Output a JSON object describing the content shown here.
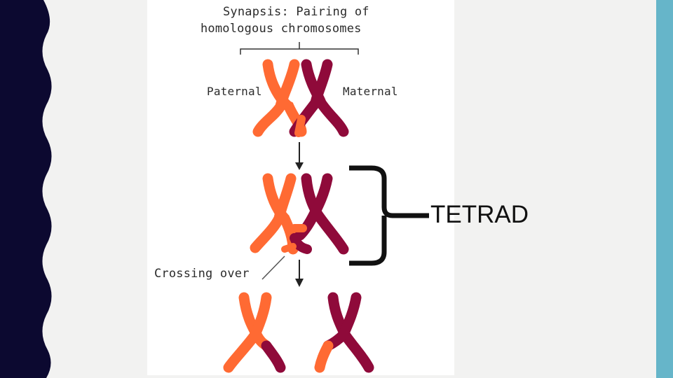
{
  "title_line1": "Synapsis: Pairing of",
  "title_line2": "homologous chromosomes",
  "label_paternal": "Paternal",
  "label_maternal": "Maternal",
  "label_crossing_over": "Crossing over",
  "label_tetrad": "TETRAD",
  "colors": {
    "paternal": "#ff6a33",
    "maternal": "#8f0a3a",
    "left_band": "#0c0930",
    "right_band": "#66b5c9",
    "background": "#f2f2f1",
    "panel": "#ffffff"
  }
}
